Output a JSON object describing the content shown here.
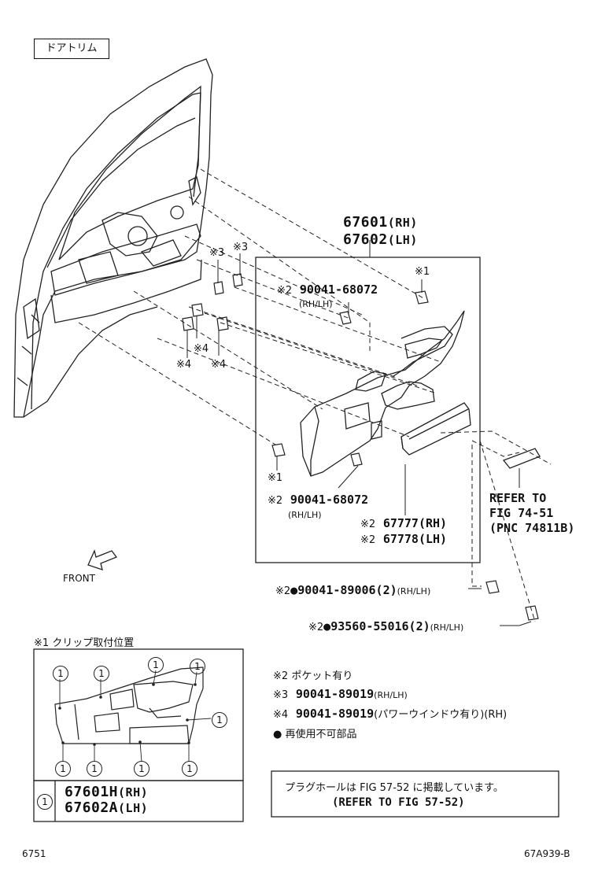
{
  "title": "ドアトリム",
  "board": {
    "pn1": "67601",
    "pn1_side": "(RH)",
    "pn2": "67602",
    "pn2_side": "(LH)"
  },
  "labels": {
    "mark1": "※1",
    "mark2": "※2",
    "mark3": "※3",
    "mark4": "※4"
  },
  "clip_upper": {
    "prefix": "※2",
    "pn": "90041-68072",
    "side": "(RH/LH)"
  },
  "clip_lower": {
    "prefix": "※2",
    "pn": "90041-68072",
    "side": "(RH/LH)"
  },
  "pocket": {
    "rh_prefix": "※2",
    "rh_pn": "67777",
    "rh_side": "(RH)",
    "lh_prefix": "※2",
    "lh_pn": "67778",
    "lh_side": "(LH)"
  },
  "refer": {
    "line1": "REFER TO",
    "line2": "FIG 74-51",
    "line3": "(PNC 74811B)"
  },
  "front": "FRONT",
  "screws": [
    {
      "prefix": "※2",
      "pn": "●90041-89006(2)",
      "side": "(RH/LH)"
    },
    {
      "prefix": "※2",
      "pn": "●93560-55016(2)",
      "side": "(RH/LH)"
    }
  ],
  "clip_position_title": "※1 クリップ取付位置",
  "circle_mark": "1",
  "legend_part": {
    "l1": "67601H",
    "l1_side": "(RH)",
    "l2": "67602A",
    "l2_side": "(LH)"
  },
  "notes": [
    {
      "mark": "※2",
      "text": "ポケット有り"
    },
    {
      "mark": "※3",
      "text": "90041-89019",
      "side": "(RH/LH)"
    },
    {
      "mark": "※4",
      "text": "90041-89019",
      "side": "(パワーウインドウ有り)(RH)"
    },
    {
      "mark": "●",
      "text": "再使用不可部品"
    }
  ],
  "plug_note": {
    "line1": "プラグホールは FIG 57-52 に掲載しています。",
    "line2": "(REFER TO FIG 57-52)"
  },
  "footer": {
    "left": "6751",
    "right": "67A939-B"
  }
}
